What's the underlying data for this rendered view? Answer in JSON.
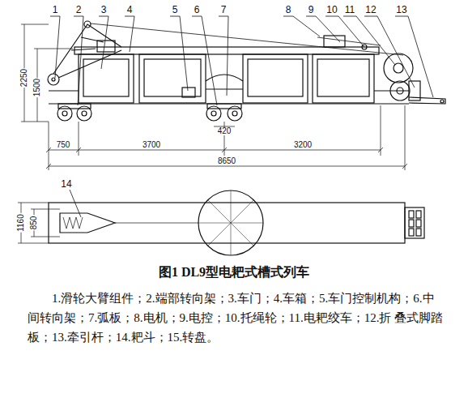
{
  "diagram": {
    "title": "图1 DL9型电耙式槽式列车",
    "caption": "1.滑轮大臂组件；2.端部转向架；3.车门；4.车箱；5.车门控制机构；6.中间转向架；7.弧板；8.电机；9.电控；10.托绳轮；11.电耙绞车；12.折 叠式脚踏板；13.牵引杆；14.耙斗；15.转盘。",
    "labels": [
      "1",
      "2",
      "3",
      "4",
      "5",
      "6",
      "7",
      "8",
      "9",
      "10",
      "11",
      "12",
      "13",
      "2250",
      "1500",
      "750",
      "3700",
      "3200",
      "420",
      "8650",
      "14",
      "1160",
      "850"
    ]
  }
}
